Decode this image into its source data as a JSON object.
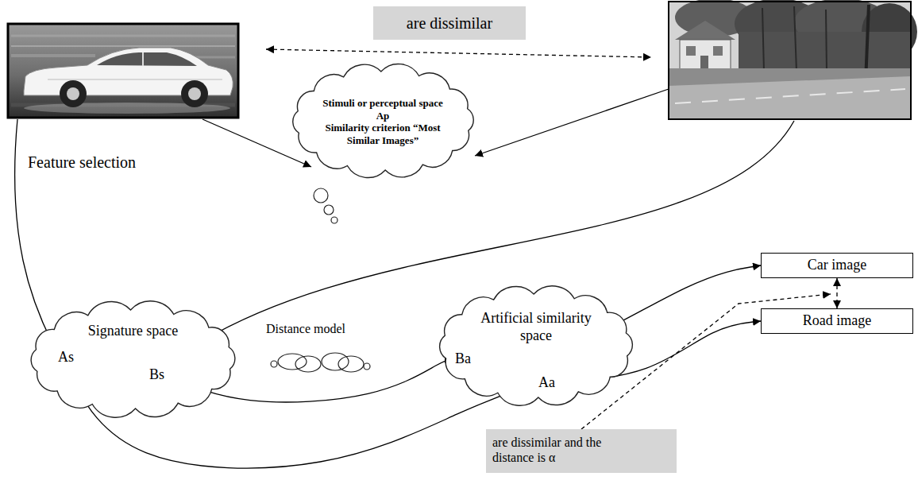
{
  "diagram": {
    "nodes": [
      {
        "text": [
          "are dissimilar"
        ]
      },
      {
        "text": [
          "Stimuli or perceptual space Ap",
          "Similarity criterion “Most Similar Images”"
        ]
      },
      {
        "text": [
          "Signature space"
        ]
      },
      {
        "text": [
          "As"
        ],
        "in": 2
      },
      {
        "text": [
          "Bs"
        ],
        "in": 2
      },
      {
        "text": [
          "Artificial similarity space"
        ]
      },
      {
        "text": [
          "Ba"
        ],
        "in": 5
      },
      {
        "text": [
          "Aa"
        ],
        "in": 5
      },
      {
        "text": [
          "Car image"
        ]
      },
      {
        "text": [
          "Road image"
        ]
      },
      {
        "text": [
          "are dissimilar and the distance is α"
        ]
      }
    ],
    "edges": [
      {
        "from": 4,
        "to": 6,
        "arrow": "to"
      },
      {
        "from": 3,
        "to": 7,
        "arrow": "to"
      },
      {
        "from": 6,
        "to": 8,
        "arrow": "to"
      },
      {
        "from": 7,
        "to": 9,
        "arrow": "to"
      },
      {
        "from": 8,
        "to": 9,
        "arrow": "both"
      }
    ],
    "labels": [
      "Feature selection",
      "Distance model"
    ]
  }
}
